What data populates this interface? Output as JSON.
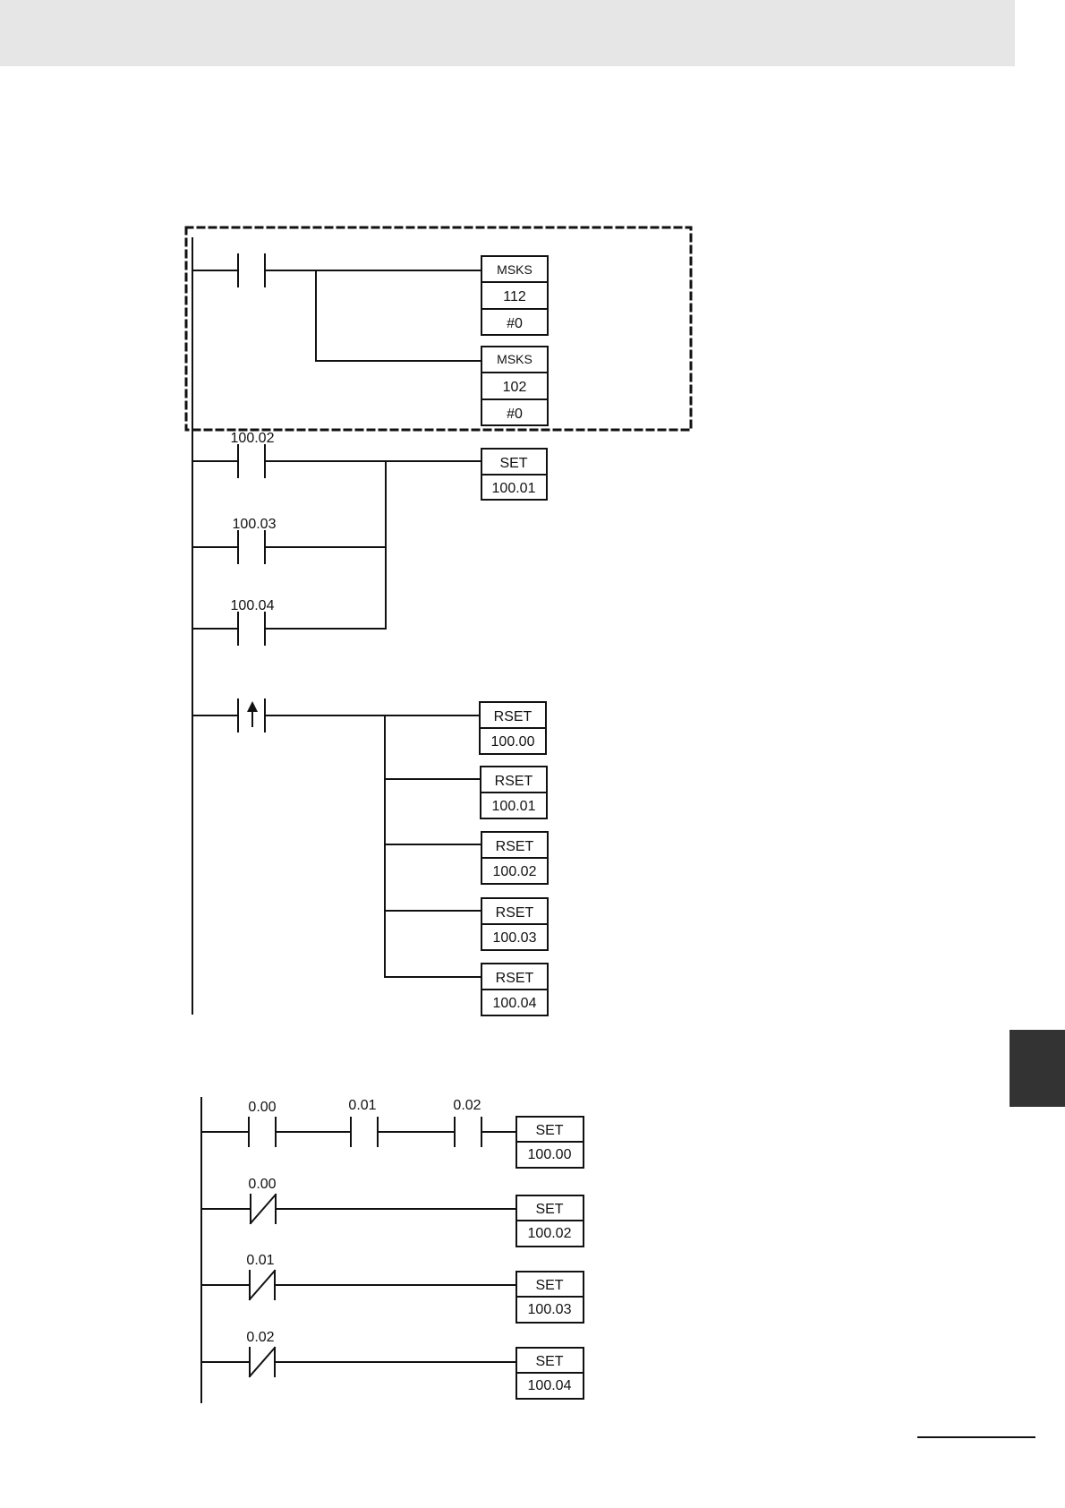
{
  "colors": {
    "ink": "#111111",
    "header_band": "#e6e6e6",
    "side_tab": "#333333",
    "page": "#ffffff"
  },
  "diagram1": {
    "rung1": {
      "boxes": [
        [
          "MSKS",
          "112",
          "#0"
        ],
        [
          "MSKS",
          "102",
          "#0"
        ]
      ]
    },
    "rung2": {
      "contacts": [
        "100.02",
        "100.03",
        "100.04"
      ],
      "box": [
        "SET",
        "100.01"
      ]
    },
    "rung3": {
      "contact_icon": "up-arrow-icon",
      "boxes": [
        [
          "RSET",
          "100.00"
        ],
        [
          "RSET",
          "100.01"
        ],
        [
          "RSET",
          "100.02"
        ],
        [
          "RSET",
          "100.03"
        ],
        [
          "RSET",
          "100.04"
        ]
      ]
    }
  },
  "diagram2": {
    "rung1": {
      "contacts": [
        "0.00",
        "0.01",
        "0.02"
      ],
      "box": [
        "SET",
        "100.00"
      ]
    },
    "rung2": {
      "contact": "0.00",
      "box": [
        "SET",
        "100.02"
      ]
    },
    "rung3": {
      "contact": "0.01",
      "box": [
        "SET",
        "100.03"
      ]
    },
    "rung4": {
      "contact": "0.02",
      "box": [
        "SET",
        "100.04"
      ]
    }
  }
}
